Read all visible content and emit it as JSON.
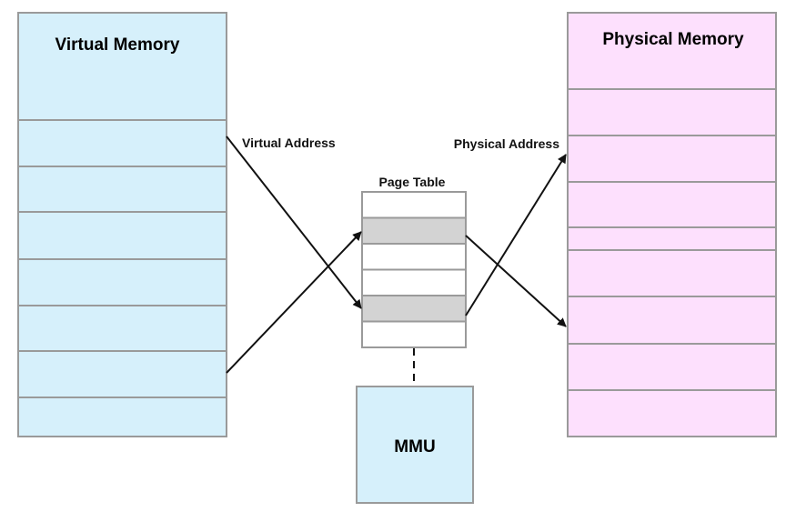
{
  "virtual_memory": {
    "title": "Virtual Memory",
    "color": "#d6f0fb",
    "row_count": 7
  },
  "physical_memory": {
    "title": "Physical Memory",
    "color": "#fde0fd",
    "row_count": 8
  },
  "page_table": {
    "label": "Page Table",
    "entry_count": 6,
    "highlighted_entries": [
      1,
      4
    ],
    "highlight_color": "#d3d3d3"
  },
  "mmu": {
    "label": "MMU",
    "color": "#d6f0fb"
  },
  "arrows": {
    "virtual_address_label": "Virtual Address",
    "physical_address_label": "Physical Address"
  },
  "colors": {
    "border": "#9a9a9a",
    "arrow": "#111111"
  }
}
